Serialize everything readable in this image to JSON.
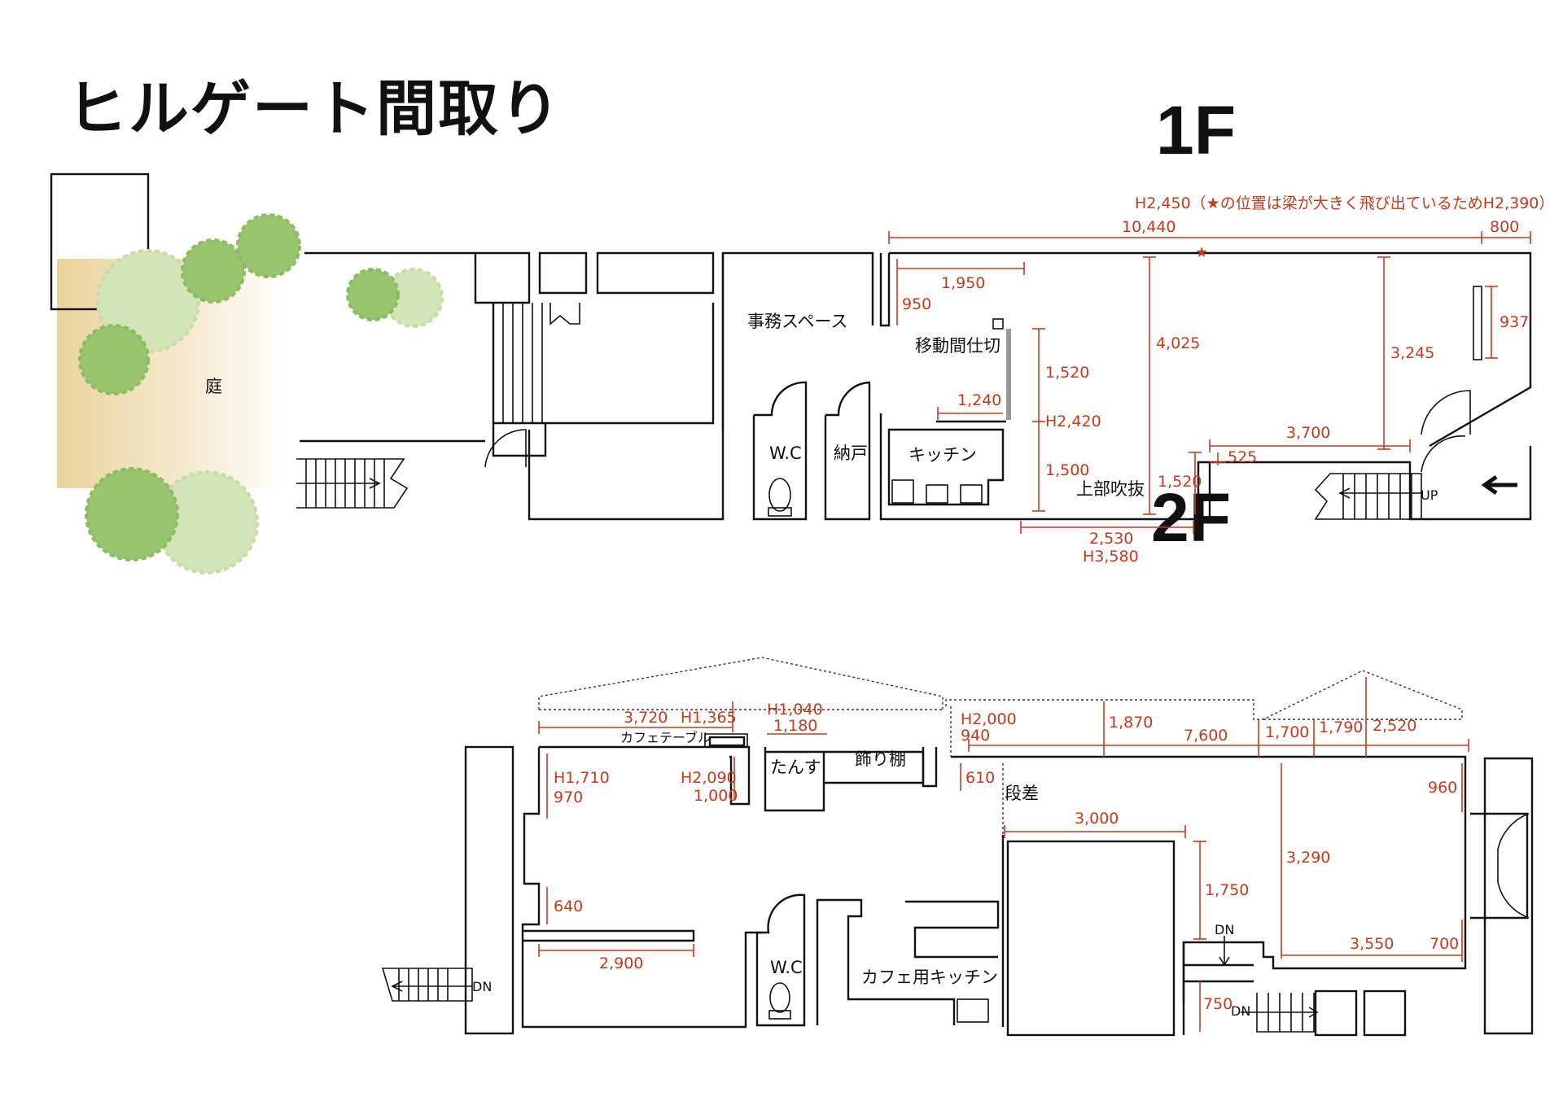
{
  "title": "ヒルゲート間取り",
  "floor_1": {
    "label": "1F",
    "rooms": {
      "garden": "庭",
      "office": "事務スペース",
      "partition": "移動間仕切",
      "wc": "W.C",
      "storage": "納戸",
      "kitchen": "キッチン",
      "void": "上部吹抜",
      "up": "UP"
    },
    "dims": {
      "ceiling_note": "H2,450（★の位置は梁が大きく飛び出ているためH2,390）",
      "d10440": "10,440",
      "d800": "800",
      "d1950": "1,950",
      "d950": "950",
      "d1520a": "1,520",
      "d1240": "1,240",
      "h2420": "H2,420",
      "d1500": "1,500",
      "d4025": "4,025",
      "d3245": "3,245",
      "d937": "937",
      "d3700": "3,700",
      "d525": "525",
      "d1520b": "1,520",
      "d2530": "2,530",
      "h3580": "H3,580"
    }
  },
  "floor_2": {
    "label": "2F",
    "rooms": {
      "cafe_table": "カフェテーブル",
      "tansu": "たんす",
      "shelf": "飾り棚",
      "step": "段差",
      "wc": "W.C",
      "cafe_kitchen": "カフェ用キッチン",
      "dn_left": "DN",
      "dn_mid": "DN",
      "dn_right": "DN"
    },
    "dims": {
      "d3720": "3,720",
      "h1365": "H1,365",
      "h1040": "H1,040",
      "d1180": "1,180",
      "h2000": "H2,000",
      "d940": "940",
      "d1870": "1,870",
      "d7600": "7,600",
      "d1700": "1,700",
      "d1790": "1,790",
      "d2520": "2,520",
      "h1710": "H1,710",
      "d970": "970",
      "h2090": "H2,090",
      "d1000": "1,000",
      "d610": "610",
      "d960": "960",
      "d3000": "3,000",
      "d3290": "3,290",
      "d1750": "1,750",
      "d640": "640",
      "d2900": "2,900",
      "d3550": "3,550",
      "d700": "700",
      "d750": "750"
    }
  },
  "colors": {
    "dimension": "#c6391b",
    "wall": "#111111",
    "tree_dark": "#98c46f",
    "tree_light": "#d3e4b8",
    "garden": "#efdcb0"
  }
}
